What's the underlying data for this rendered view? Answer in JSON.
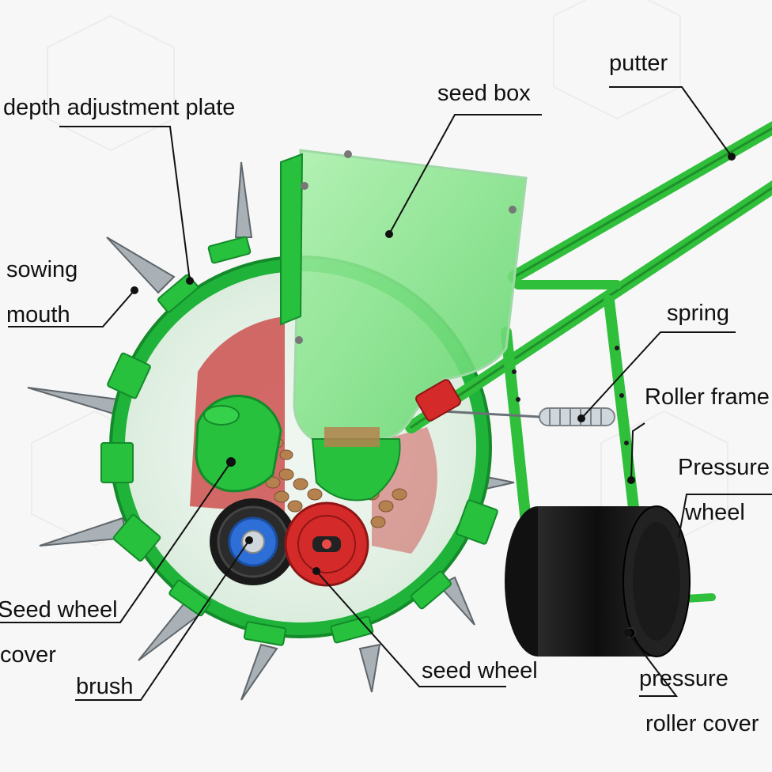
{
  "labels": {
    "depth_plate": "depth adjustment plate",
    "seed_box": "seed box",
    "putter": "putter",
    "sowing": "sowing",
    "mouth": "mouth",
    "spring": "spring",
    "roller_frame": "Roller frame",
    "pressure_wheel_1": "Pressure",
    "pressure_wheel_2": "wheel",
    "seed_wheel_cover_1": "Seed wheel",
    "seed_wheel_cover_2": "cover",
    "brush": "brush",
    "seed_wheel": "seed wheel",
    "pressure_roller_cover_1": "pressure",
    "pressure_roller_cover_2": "roller cover"
  },
  "colors": {
    "frame_green": "#2fbf3a",
    "dark_green": "#1f8f2a",
    "seed_box_green": "#7ee07e",
    "red": "#d42a2a",
    "roller_black": "#1b1b1b",
    "steel": "#9aa3a8",
    "seed_brown": "#b5814f",
    "leader_line": "#111111"
  },
  "icons": {
    "seed_wheel_cover": "green-cap",
    "brush": "blue-hub",
    "seed_wheel": "red-disc"
  }
}
